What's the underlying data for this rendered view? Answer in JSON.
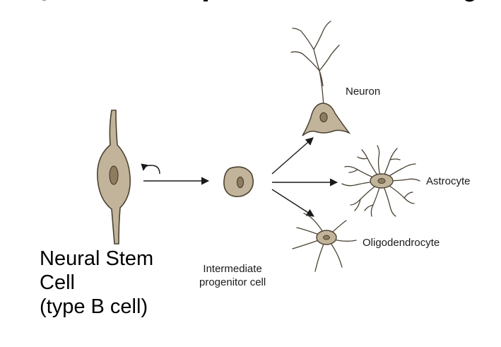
{
  "diagram": {
    "stem_cell_label": [
      "Neural Stem",
      "Cell",
      "(type B cell)"
    ],
    "progenitor_label": [
      "Intermediate",
      "progenitor cell"
    ],
    "outputs": {
      "neuron": "Neuron",
      "astrocyte": "Astrocyte",
      "oligodendrocyte": "Oligodendrocyte"
    },
    "colors": {
      "cell_fill": "#c2b49a",
      "cell_stroke": "#4a4232",
      "nucleus_fill": "#8e7c5e",
      "arrow": "#1a1a1a",
      "text": "#000000"
    }
  }
}
